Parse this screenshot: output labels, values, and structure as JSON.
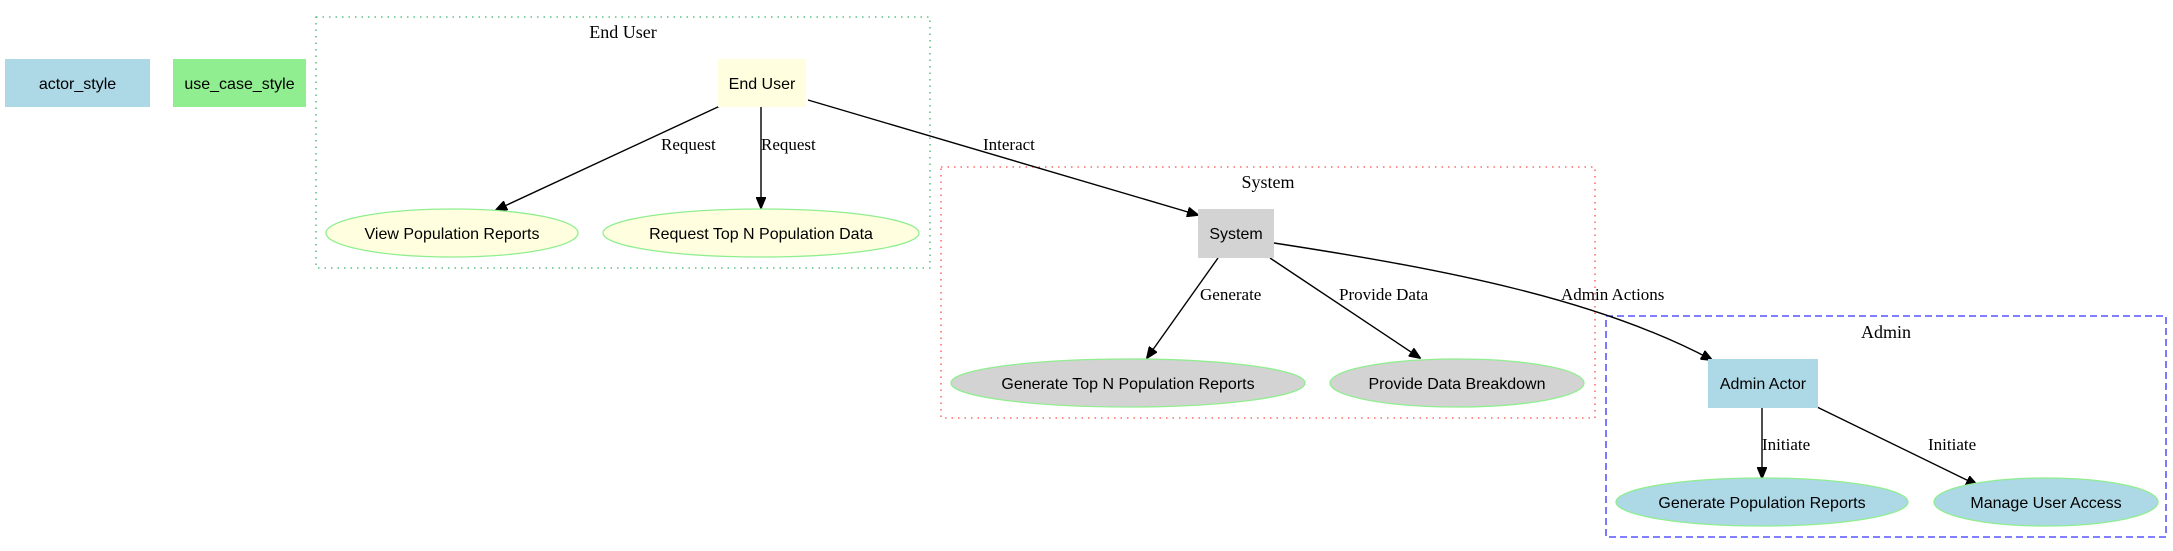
{
  "legend": {
    "actor_style": {
      "label": "actor_style",
      "color": "#ADD8E6"
    },
    "use_case_style": {
      "label": "use_case_style",
      "color": "#90EE90"
    }
  },
  "clusters": {
    "end_user": {
      "label": "End User",
      "border_color": "#3cb371",
      "border_style": "dotted"
    },
    "system": {
      "label": "System",
      "border_color": "#ff4d4d",
      "border_style": "dotted"
    },
    "admin": {
      "label": "Admin",
      "border_color": "#3333ff",
      "border_style": "dashed"
    }
  },
  "nodes": {
    "end_user": {
      "label": "End User",
      "fill": "#FFFFE0"
    },
    "view_population_reports": {
      "label": "View Population Reports",
      "fill": "#FFFFE0",
      "stroke": "#90EE90"
    },
    "request_top_n": {
      "label": "Request Top N Population Data",
      "fill": "#FFFFE0",
      "stroke": "#90EE90"
    },
    "system": {
      "label": "System",
      "fill": "#D3D3D3"
    },
    "generate_top_n": {
      "label": "Generate Top N Population Reports",
      "fill": "#D3D3D3",
      "stroke": "#90EE90"
    },
    "provide_data_breakdown": {
      "label": "Provide Data Breakdown",
      "fill": "#D3D3D3",
      "stroke": "#90EE90"
    },
    "admin_actor": {
      "label": "Admin Actor",
      "fill": "#ADD8E6"
    },
    "generate_population_reports": {
      "label": "Generate Population Reports",
      "fill": "#ADD8E6",
      "stroke": "#90EE90"
    },
    "manage_user_access": {
      "label": "Manage User Access",
      "fill": "#ADD8E6",
      "stroke": "#90EE90"
    }
  },
  "edges": {
    "request_view": {
      "label": "Request"
    },
    "request_topn": {
      "label": "Request"
    },
    "interact": {
      "label": "Interact"
    },
    "generate": {
      "label": "Generate"
    },
    "provide_data": {
      "label": "Provide Data"
    },
    "admin_actions": {
      "label": "Admin Actions"
    },
    "initiate_reports": {
      "label": "Initiate"
    },
    "initiate_access": {
      "label": "Initiate"
    }
  }
}
